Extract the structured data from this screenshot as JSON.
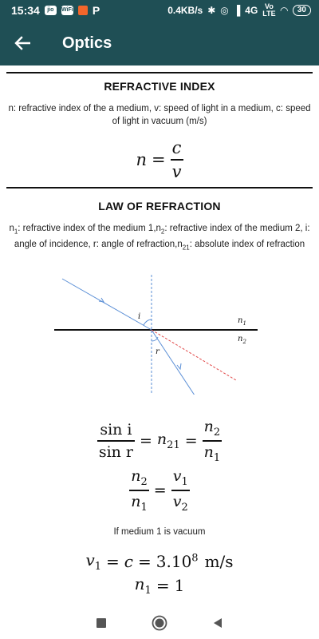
{
  "status_bar": {
    "time": "15:34",
    "icon1": "jio",
    "icon2": "WiFi",
    "p_label": "P",
    "speed": "0.4KB/s",
    "network": "4G",
    "volte_top": "Vo",
    "volte_bottom": "LTE",
    "battery": "30"
  },
  "app_bar": {
    "title": "Optics"
  },
  "sections": {
    "refractive_index": {
      "title": "REFRACTIVE INDEX",
      "description": "n: refractive index of the a medium, v: speed of light in a medium, c: speed of light in vacuum (m/s)",
      "formula": {
        "lhs": "n",
        "eq": "=",
        "num": "c",
        "den": "v"
      }
    },
    "law_of_refraction": {
      "title": "LAW OF REFRACTION",
      "desc_parts": {
        "p1": "n",
        "s1": "1",
        "p2": ": refractive index of the medium 1,n",
        "s2": "2",
        "p3": ": refractive index of the medium 2, i: angle of incidence, r: angle of refraction,n",
        "s3": "21",
        "p4": ": absolute index of refraction"
      },
      "diagram": {
        "label_i": "i",
        "label_r": "r",
        "label_n1": "n",
        "label_n1_sub": "1",
        "label_n2": "n",
        "label_n2_sub": "2"
      },
      "formula1": {
        "num": "sin i",
        "den": "sin r",
        "eq1": "=",
        "mid": "n",
        "mid_sub": "21",
        "eq2": "=",
        "num2": "n",
        "num2_sub": "2",
        "den2": "n",
        "den2_sub": "1"
      },
      "formula2": {
        "num1": "n",
        "num1_sub": "2",
        "den1": "n",
        "den1_sub": "1",
        "eq": "=",
        "num2": "v",
        "num2_sub": "1",
        "den2": "v",
        "den2_sub": "2"
      },
      "note": "If medium 1 is vacuum",
      "formula3": {
        "lhs": "v",
        "lhs_sub": "1",
        "eq1": "=",
        "c": "c",
        "eq2": "=",
        "value": "3.10",
        "exp": "8",
        "unit": "m/s"
      },
      "formula4": {
        "lhs": "n",
        "lhs_sub": "1",
        "eq": "=",
        "value": "1"
      }
    }
  },
  "colors": {
    "app_bar": "#1f4f55",
    "ray": "#5b8fd6",
    "extension": "#e24a4a"
  },
  "nav_bar": {
    "recents": "square-icon",
    "home": "circle-icon",
    "back": "triangle-icon"
  }
}
